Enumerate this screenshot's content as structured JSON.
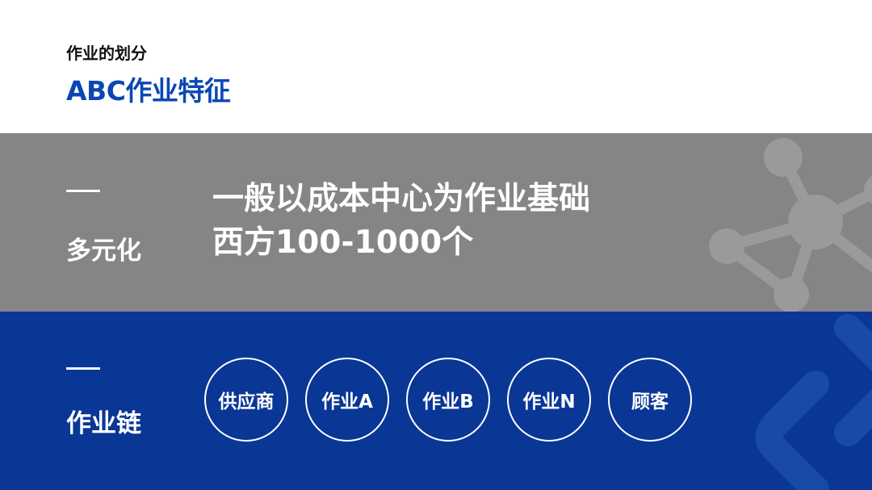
{
  "header": {
    "subtitle": "作业的划分",
    "title": "ABC作业特征"
  },
  "sections": [
    {
      "label": "多元化",
      "lines": [
        "一般以成本中心为作业基础",
        "西方100-1000个"
      ]
    },
    {
      "label": "作业链",
      "chain": [
        "供应商",
        "作业A",
        "作业B",
        "作业N",
        "顾客"
      ]
    }
  ],
  "colors": {
    "accent": "#0b47b4",
    "gray_band": "#858585",
    "blue_band": "#0a3796"
  },
  "icons": [
    "network-icon",
    "chain-link-icon"
  ]
}
